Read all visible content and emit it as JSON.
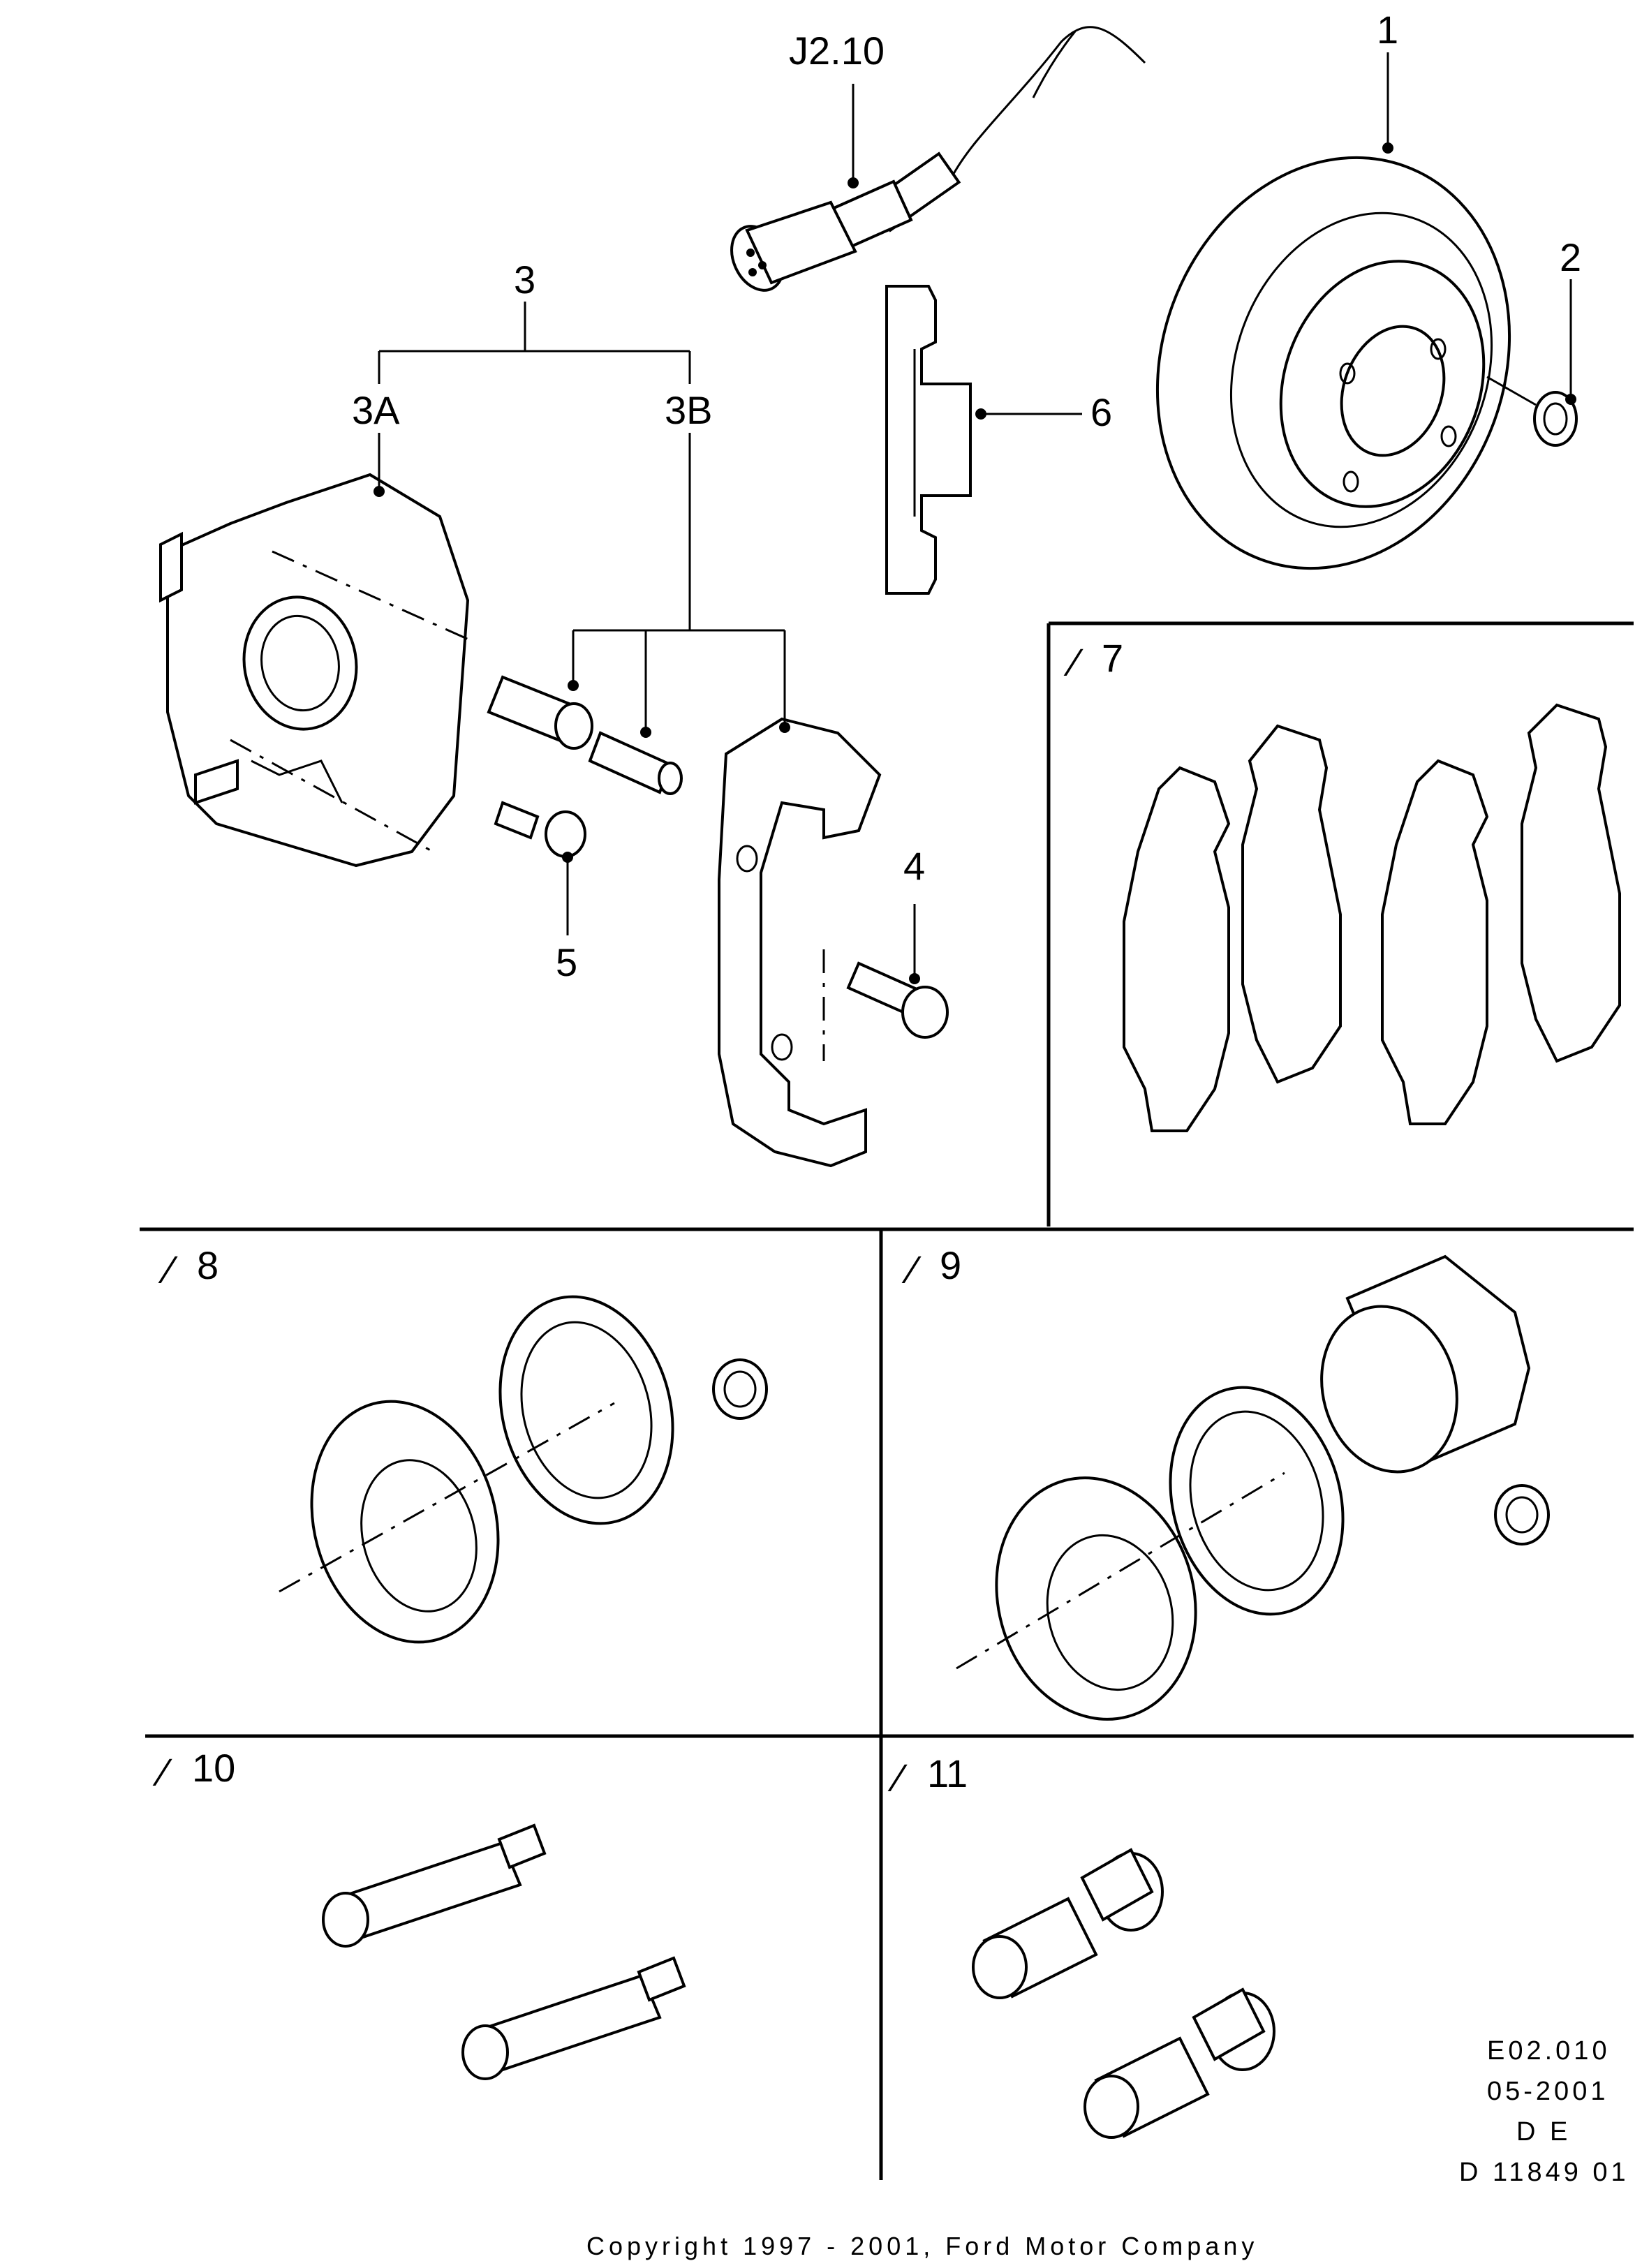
{
  "callouts": {
    "n1": "1",
    "n2": "2",
    "n3": "3",
    "n3a": "3A",
    "n3b": "3B",
    "n4": "4",
    "n5": "5",
    "n6": "6",
    "ref": "J2.10"
  },
  "kits": {
    "k7": "7",
    "k8": "8",
    "k9": "9",
    "k10": "10",
    "k11": "11",
    "kit_symbol": "⁄"
  },
  "info_block": {
    "code": "E02.010",
    "date": "05-2001",
    "lang": "D E",
    "drawing_no": "D 11849 01"
  },
  "footer": {
    "copyright": "Copyright 1997 - 2001, Ford Motor Company"
  }
}
